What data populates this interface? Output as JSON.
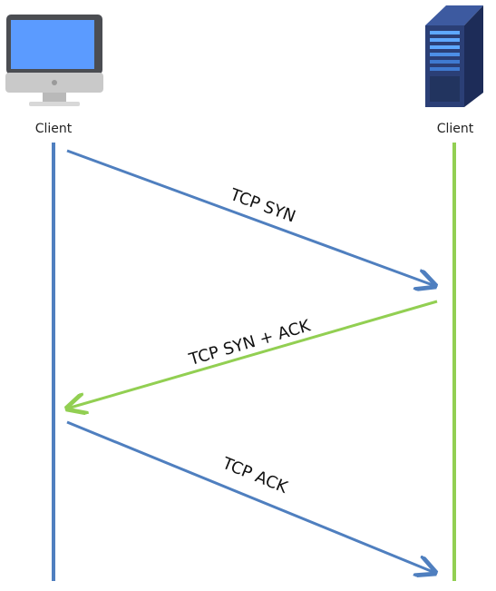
{
  "participants": {
    "left": {
      "label": "Client",
      "icon": "desktop-monitor-icon"
    },
    "right": {
      "label": "Client",
      "icon": "server-tower-icon"
    }
  },
  "messages": [
    {
      "label": "TCP SYN",
      "from": "left",
      "to": "right"
    },
    {
      "label": "TCP SYN + ACK",
      "from": "right",
      "to": "left"
    },
    {
      "label": "TCP ACK",
      "from": "left",
      "to": "right"
    }
  ],
  "colors": {
    "left_lifeline": "#4f7fbf",
    "right_lifeline": "#92cf52",
    "monitor_screen": "#5b9bff",
    "server_body": "#2b3f76"
  }
}
